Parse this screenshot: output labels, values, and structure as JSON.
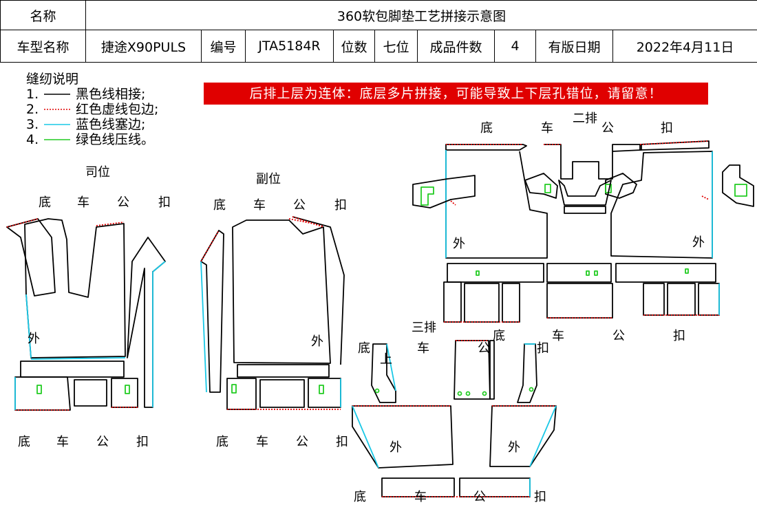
{
  "header": {
    "name_label": "名称",
    "name_value": "360软包脚垫工艺拼接示意图",
    "car_label": "车型名称",
    "car_value": "捷途X90PULS",
    "code_label": "编号",
    "code_value": "JTA5184R",
    "seats_label": "位数",
    "seats_value": "七位",
    "pieces_label": "成品件数",
    "pieces_value": "4",
    "date_label": "有版日期",
    "date_value": "2022年4月11日"
  },
  "legend": {
    "title": "缝纫说明",
    "items": [
      {
        "num": "1.",
        "text": "黑色线相接;",
        "color": "#000000",
        "style": "solid"
      },
      {
        "num": "2.",
        "text": "红色虚线包边;",
        "color": "#e00000",
        "style": "dotted"
      },
      {
        "num": "3.",
        "text": "蓝色线塞边;",
        "color": "#19c8e6",
        "style": "solid"
      },
      {
        "num": "4.",
        "text": "绿色线压线。",
        "color": "#22cc22",
        "style": "solid"
      }
    ]
  },
  "warning": "后排上层为连体：底层多片拼接，可能导致上下层孔错位，请留意！",
  "sections": {
    "driver": "司位",
    "passenger": "副位",
    "row2": "二排",
    "row3": "三排"
  },
  "labels": {
    "di": "底",
    "che": "车",
    "gong": "公",
    "kou": "扣",
    "wai": "外",
    "shang": "上"
  },
  "colors": {
    "black_line": "#000000",
    "red_dotted": "#e00000",
    "cyan_line": "#19c8e6",
    "green_line": "#22cc22"
  }
}
